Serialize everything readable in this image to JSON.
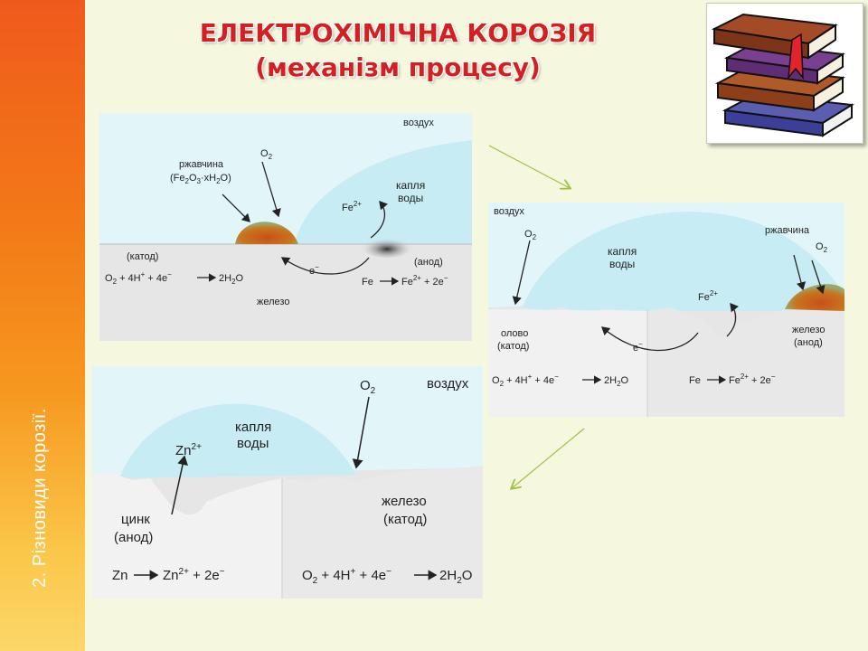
{
  "side_label": "2. Різновиди корозії.",
  "title_line1": "ЕЛЕКТРОХІМІЧНА КОРОЗІЯ",
  "title_line2": "(механізм процесу)",
  "diagram1": {
    "air": "воздух",
    "o2": "O",
    "o2_sub": "2",
    "rust_label": "ржавчина",
    "rust_formula": "(Fe",
    "rust_formula_rest": "O",
    "rust_formula_tail": "·xH",
    "rust_formula_end": "O)",
    "drop_line1": "капля",
    "drop_line2": "воды",
    "fe2": "Fe",
    "fe2_sup": "2+",
    "cathode": "(катод)",
    "anode": "(анод)",
    "electron": "e",
    "cathode_eq_a": "O",
    "cathode_eq_b": "+ 4H",
    "cathode_eq_c": "+ 4e",
    "cathode_eq_d": "2H",
    "cathode_eq_e": "O",
    "anode_eq_a": "Fe",
    "anode_eq_b": "Fe",
    "anode_eq_c": "+ 2e",
    "metal": "железо"
  },
  "diagram2": {
    "air": "воздух",
    "o2_left": "O",
    "drop_line1": "капля",
    "drop_line2": "воды",
    "rust_label": "ржавчина",
    "o2_right": "O",
    "fe2": "Fe",
    "fe2_sup": "2+",
    "electron": "e",
    "tin_line1": "олово",
    "tin_line2": "(катод)",
    "iron_line1": "железо",
    "iron_line2": "(анод)",
    "eq_left_a": "O",
    "eq_left_b": "+ 4H",
    "eq_left_c": "+ 4e",
    "eq_left_d": "2H",
    "eq_left_e": "O",
    "eq_right_a": "Fe",
    "eq_right_b": "Fe",
    "eq_right_c": "+ 2e"
  },
  "diagram3": {
    "air": "воздух",
    "o2": "O",
    "drop_line1": "капля",
    "drop_line2": "воды",
    "zn2": "Zn",
    "zn2_sup": "2+",
    "zinc_line1": "цинк",
    "zinc_line2": "(анод)",
    "iron_line1": "железо",
    "iron_line2": "(катод)",
    "eq_left_a": "Zn",
    "eq_left_b": "Zn",
    "eq_left_c": "+ 2e",
    "eq_right_a": "O",
    "eq_right_b": "+ 4H",
    "eq_right_c": "+ 4e",
    "eq_right_d": "2H",
    "eq_right_e": "O"
  },
  "colors": {
    "title": "#d42020",
    "water": "#c8ecf4",
    "rust": "#c5621e",
    "metal": "#e6e6e6",
    "sidebar": "#f37a18"
  }
}
